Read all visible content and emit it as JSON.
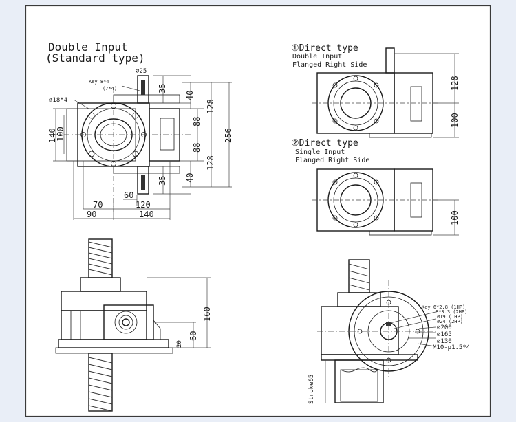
{
  "main_view": {
    "title": "Double Input",
    "subtitle": "(Standard type)",
    "key_label": "Key 8*4",
    "key_alt": "(7*4)",
    "shaft_dia": "∅25",
    "bolt_hole": "∅18*4",
    "dims": {
      "d35_top": "35",
      "d40_top": "40",
      "d88_top": "88",
      "d128_top": "128",
      "d256": "256",
      "d88_bot": "88",
      "d128_bot": "128",
      "d40_bot": "40",
      "d35_bot": "35",
      "d140_left": "140",
      "d100_left": "100",
      "d60": "60",
      "d70": "70",
      "d120": "120",
      "d90": "90",
      "d140_bottom": "140"
    }
  },
  "direct1": {
    "title": "①Direct type",
    "line1": "Double Input",
    "line2": "Flanged Right Side",
    "d128": "128",
    "d100": "100"
  },
  "direct2": {
    "title": "②Direct type",
    "line1": "Single Input",
    "line2": "Flanged Right Side",
    "d100": "100"
  },
  "side_view": {
    "d160": "160",
    "d60": "60",
    "d20": "20"
  },
  "end_view": {
    "key1": "Key 6*2.8 (1HP)",
    "key2": "8*3.3 (2HP)",
    "d19": "∅19 (1HP)",
    "d24": "∅24 (2HP)",
    "d200": "∅200",
    "d165": "∅165",
    "d130": "∅130",
    "m10": "M10-p1.5*4",
    "stroke": "Stroke65"
  }
}
